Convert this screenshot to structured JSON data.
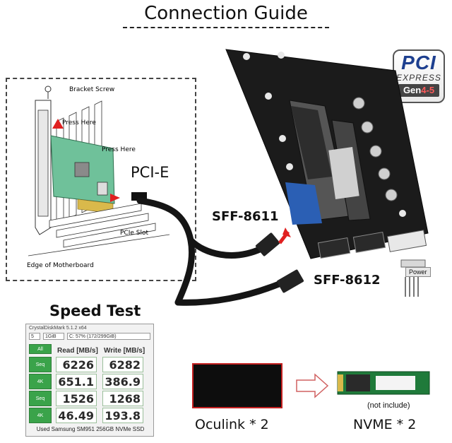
{
  "title": "Connection Guide",
  "logo": {
    "line1": "PCI",
    "line2": "EXPRESS",
    "gen_prefix": "Gen",
    "gen_a": "4",
    "gen_sep": "-",
    "gen_b": "5"
  },
  "diagram": {
    "bracket_screw": "Bracket Screw",
    "press_here_1": "Press Here",
    "press_here_2": "Press Here",
    "pcie_slot": "PCIe Slot",
    "motherboard": "Edge of Motherboard"
  },
  "labels": {
    "pcie": "PCI-E",
    "sff8611": "SFF-8611",
    "sff8612": "SFF-8612",
    "power": "Power"
  },
  "speed_test": {
    "title": "Speed Test",
    "window_title": "CrystalDiskMark 5.1.2 x64",
    "count": "5",
    "size": "1GiB",
    "drive": "C: 57% (172/299GiB)",
    "read_header": "Read [MB/s]",
    "write_header": "Write [MB/s]",
    "all_label": "All",
    "rows": [
      {
        "label": "Seq Q32T1",
        "read": "6226",
        "write": "6282"
      },
      {
        "label": "4K Q32T1",
        "read": "651.1",
        "write": "386.9"
      },
      {
        "label": "Seq",
        "read": "1526",
        "write": "1268"
      },
      {
        "label": "4K",
        "read": "46.49",
        "write": "193.8"
      }
    ],
    "footer": "Used Samsung SM951 256GB NVMe SSD"
  },
  "bottom": {
    "oculink": "Oculink * 2",
    "nvme": "NVME * 2",
    "not_include": "(not include)"
  }
}
